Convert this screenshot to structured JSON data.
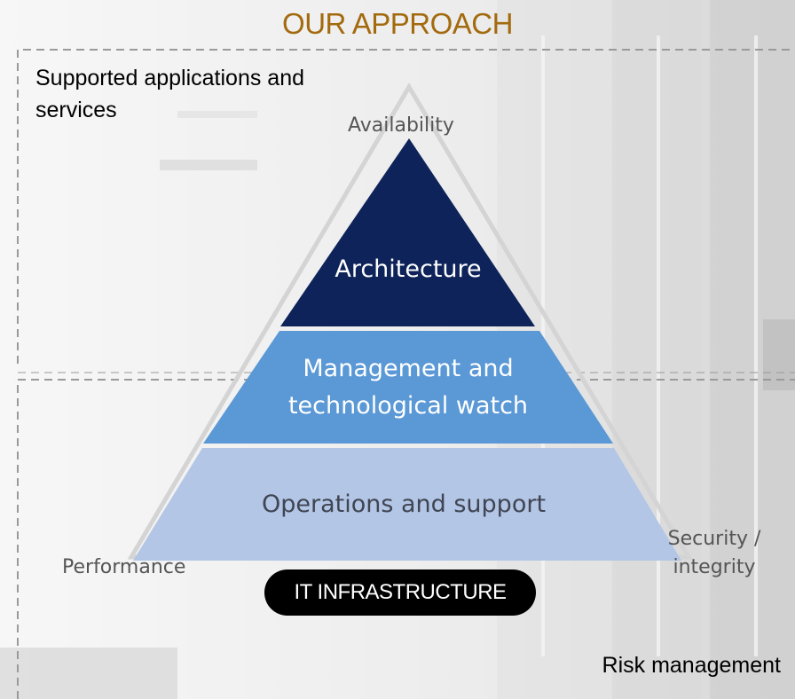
{
  "title": "OUR APPROACH",
  "zones": {
    "top_label": "Supported applications and services",
    "bottom_label": "Risk management"
  },
  "corners": {
    "top": "Availability",
    "left": "Performance",
    "right": "Security / integrity"
  },
  "tiers": [
    {
      "label": "Architecture",
      "color": "#0d2359"
    },
    {
      "label": "Management and technological watch",
      "color": "#5a98d6"
    },
    {
      "label": "Operations and support",
      "color": "#b3c6e6"
    }
  ],
  "base_badge": "IT INFRASTRUCTURE",
  "colors": {
    "title": "#a36a0e",
    "outline": "#d4d4d4",
    "divider": "#9a9a9a"
  }
}
